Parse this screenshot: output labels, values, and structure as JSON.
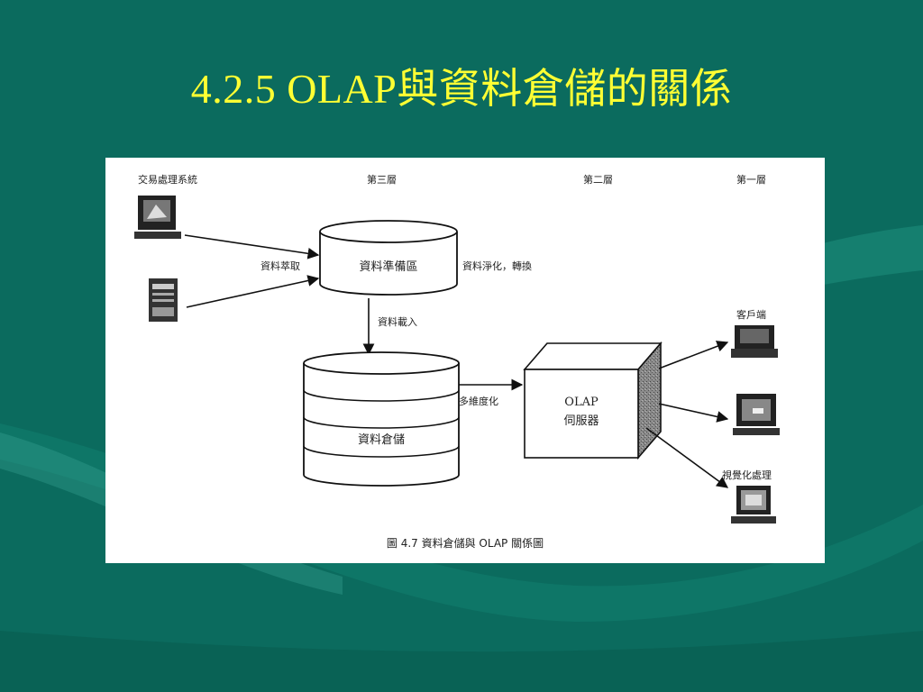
{
  "slide": {
    "title": "4.2.5  OLAP與資料倉儲的關係"
  },
  "diagram": {
    "layers": {
      "source": "交易處理系統",
      "layer3": "第三層",
      "layer2": "第二層",
      "layer1": "第一層"
    },
    "nodes": {
      "staging": "資料準備區",
      "warehouse": "資料倉儲",
      "olap_line1": "OLAP",
      "olap_line2": "伺服器",
      "client": "客戶端",
      "visualization": "視覺化處理"
    },
    "edges": {
      "extract": "資料萃取",
      "clean": "資料淨化，轉換",
      "load": "資料載入",
      "multidim": "多維度化"
    },
    "caption": "圖 4.7    資料倉儲與 OLAP 關係圖"
  }
}
